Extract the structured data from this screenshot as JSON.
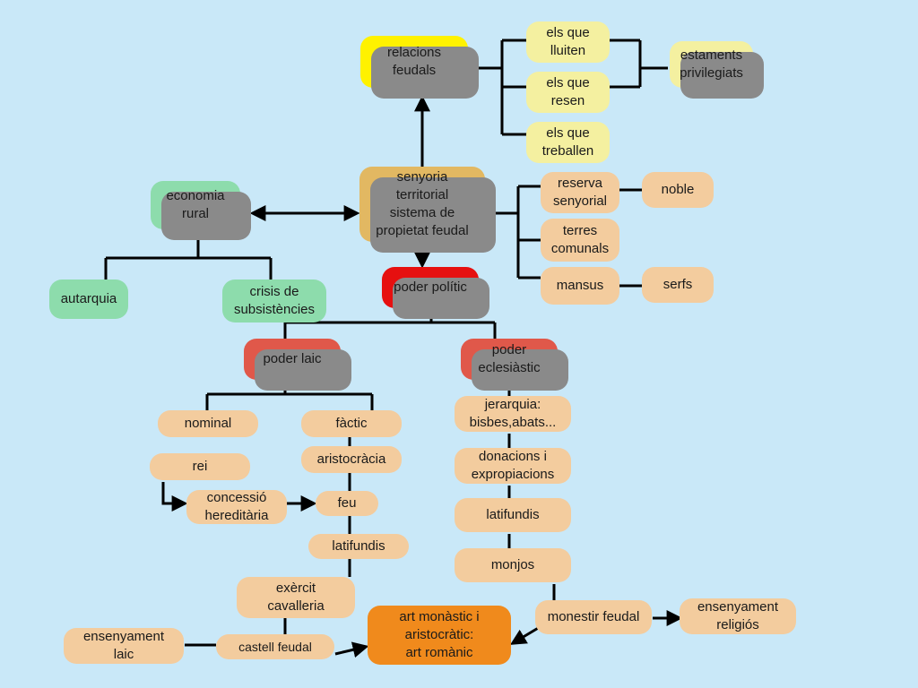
{
  "nodes": {
    "relacions": "relacions\nfeudals",
    "lluiten": "els que\nlluiten",
    "resen": "els que\nresen",
    "treballen": "els que\ntreballen",
    "estaments": "estaments\nprivilegiats",
    "senyoria": "senyoria\nterritorial\nsistema de\npropietat feudal",
    "economia": "economia\nrural",
    "autarquia": "autarquia",
    "crisis": "crisis de\nsubsistències",
    "reserva": "reserva\nsenyorial",
    "noble": "noble",
    "comunals": "terres\ncomunals",
    "mansus": "mansus",
    "serfs": "serfs",
    "poder_politic": "poder polític",
    "poder_laic": "poder laic",
    "poder_ecles": "poder\neclesiàstic",
    "nominal": "nominal",
    "factic": "fàctic",
    "rei": "rei",
    "aristocracia": "aristocràcia",
    "concessio": "concessió\nhereditària",
    "feu": "feu",
    "latifundis_laic": "latifundis",
    "exercit": "exèrcit\ncavalleria",
    "castell": "castell feudal",
    "ens_laic": "ensenyament\nlaic",
    "jerarquia": "jerarquia:\nbisbes,abats...",
    "donacions": "donacions i\nexpropiacions",
    "latifundis_ecles": "latifundis",
    "monjos": "monjos",
    "monestir": "monestir feudal",
    "ens_religios": "ensenyament\nreligiós",
    "art": "art monàstic i\naristocràtic:\nart romànic"
  },
  "colors": {
    "background": "#c9e8f8",
    "yellow": "#fff200",
    "light_yellow": "#f4f0a0",
    "tan": "#e2b862",
    "green": "#8ddcac",
    "red": "#e61010",
    "light_red": "#e0584a",
    "peach": "#f3cc9e",
    "orange": "#f08a1c"
  }
}
